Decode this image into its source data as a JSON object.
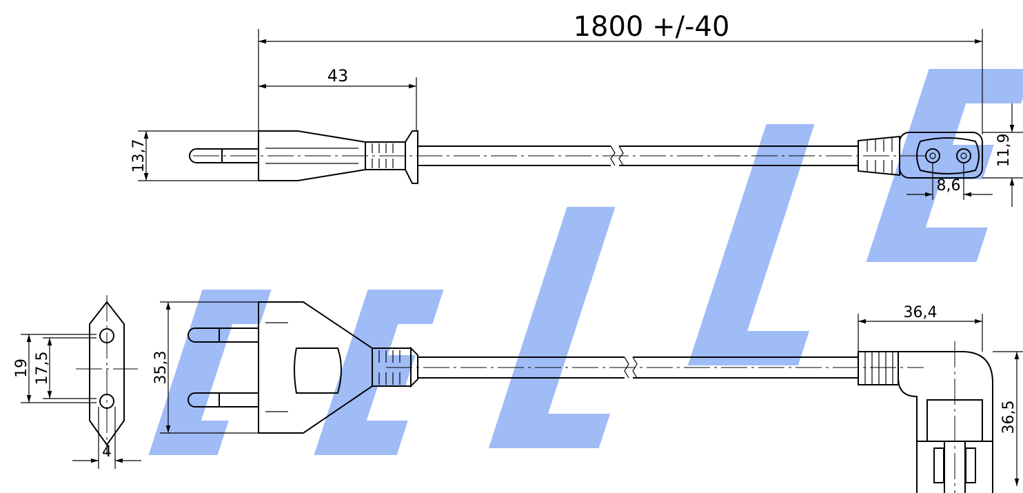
{
  "watermark": {
    "text": "CELLEC",
    "color": "#8fb0f5"
  },
  "dimensions": {
    "total_length": "1800 +/-40",
    "plug_length": "43",
    "plug_height": "13,7",
    "connector_height": "11,9",
    "connector_width": "8,6",
    "pin_spacing_outer": "19",
    "pin_spacing_inner": "17,5",
    "pin_diameter": "4",
    "plug_width": "35,3",
    "connector_length": "36,4",
    "connector_depth": "36,5"
  }
}
